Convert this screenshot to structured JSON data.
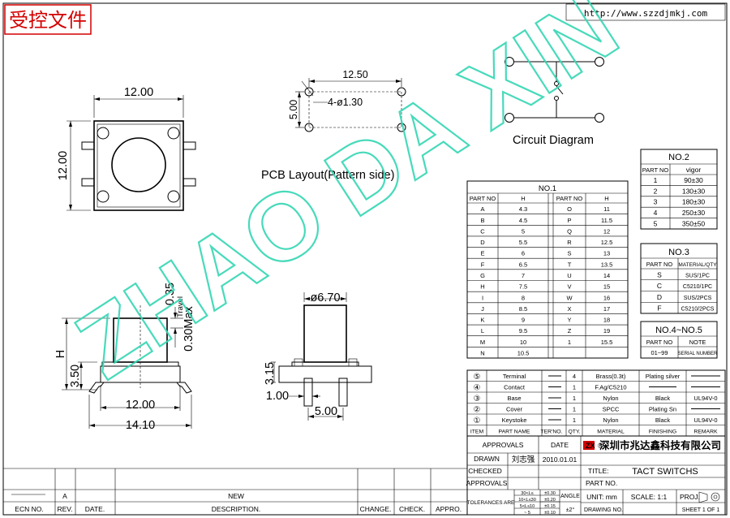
{
  "stamp": "受控文件",
  "url": "http://www.szzdjmkj.com",
  "watermark": "ZHAO DA XIN",
  "dims": {
    "top_w": "12.00",
    "top_h": "12.00",
    "pcb_w": "12.50",
    "pcb_h": "5.00",
    "pcb_hole": "4-ø1.30",
    "travel": "0.35",
    "travel_label": "Travel",
    "max_label": "0.30Max",
    "h": "H",
    "base_h": "3.50",
    "side_w": "12.00",
    "side_total": "14.10",
    "knob_d": "ø6.70",
    "pin_h": "3.15",
    "pin_w": "1.00",
    "pin_space": "5.00"
  },
  "labels": {
    "pcb_layout": "PCB Layout(Pattern side)",
    "circuit": "Circuit Diagram"
  },
  "no1": {
    "title": "NO.1",
    "headers": [
      "PART NO",
      "H",
      "PART NO",
      "H"
    ],
    "rows": [
      [
        "A",
        "4.3",
        "O",
        "11"
      ],
      [
        "B",
        "4.5",
        "P",
        "11.5"
      ],
      [
        "C",
        "5",
        "Q",
        "12"
      ],
      [
        "D",
        "5.5",
        "R",
        "12.5"
      ],
      [
        "E",
        "6",
        "S",
        "13"
      ],
      [
        "F",
        "6.5",
        "T",
        "13.5"
      ],
      [
        "G",
        "7",
        "U",
        "14"
      ],
      [
        "H",
        "7.5",
        "V",
        "15"
      ],
      [
        "I",
        "8",
        "W",
        "16"
      ],
      [
        "J",
        "8.5",
        "X",
        "17"
      ],
      [
        "K",
        "9",
        "Y",
        "18"
      ],
      [
        "L",
        "9.5",
        "Z",
        "19"
      ],
      [
        "M",
        "10",
        "1",
        "15.5"
      ],
      [
        "N",
        "10.5",
        "",
        ""
      ]
    ]
  },
  "no2": {
    "title": "NO.2",
    "headers": [
      "PART NO",
      "vigor"
    ],
    "rows": [
      [
        "1",
        "90±30"
      ],
      [
        "2",
        "130±30"
      ],
      [
        "3",
        "180±30"
      ],
      [
        "4",
        "250±30"
      ],
      [
        "5",
        "350±50"
      ]
    ]
  },
  "no3": {
    "title": "NO.3",
    "headers": [
      "PART NO",
      "MATERIAL/QTY"
    ],
    "rows": [
      [
        "S",
        "SUS/1PC"
      ],
      [
        "C",
        "C5210/1PC"
      ],
      [
        "D",
        "SUS/2PCS"
      ],
      [
        "F",
        "C5210/2PCS"
      ]
    ]
  },
  "no45": {
    "title": "NO.4~NO.5",
    "headers": [
      "PART NO",
      "NOTE"
    ],
    "rows": [
      [
        "01~99",
        "SERIAL NUMBER"
      ]
    ]
  },
  "bom": {
    "rows": [
      [
        "⑤",
        "Terminal",
        "4",
        "Brass(0.3t)",
        "Plating silver",
        ""
      ],
      [
        "④",
        "Contact",
        "1",
        "F.Ag/C5210",
        "",
        ""
      ],
      [
        "③",
        "Base",
        "1",
        "Nylon",
        "Black",
        "UL94V-0"
      ],
      [
        "②",
        "Cover",
        "1",
        "SPCC",
        "Plating Sn",
        ""
      ],
      [
        "①",
        "Keystoke",
        "1",
        "Nylon",
        "Black",
        "UL94V-0"
      ]
    ],
    "headers": [
      "ITEM",
      "PART NAME",
      "TER'NO.",
      "QTY.",
      "MATERIAL",
      "FINISHING",
      "REMARK"
    ]
  },
  "title_block": {
    "approvals": "APPROVALS",
    "date": "DATE",
    "company": "深圳市兆达鑫科技有限公司",
    "drawn": "DRAWN",
    "drawn_by": "刘志强",
    "drawn_date": "2010.01.01",
    "checked": "CHECKED",
    "approvals2": "APPROVALS",
    "title_label": "TITLE:",
    "title": "TACT SWITCHS",
    "part_no": "PART NO.",
    "tolerances": "TOLERANCES ARE",
    "tol": [
      [
        "30<L≤",
        "±0.30"
      ],
      [
        "10<L≤30",
        "±0.20"
      ],
      [
        "5<L≤10",
        "±0.15"
      ],
      [
        "~ 5",
        "±0.10"
      ]
    ],
    "angle": "ANGLE",
    "angle_val": "±2°",
    "unit": "UNIT: mm",
    "scale": "SCALE: 1:1",
    "proj": "PROJ.",
    "drawing_no": "DRAWING NO.",
    "sheet": "SHEET 1 OF 1"
  },
  "revision": {
    "rev": "A",
    "desc": "NEW",
    "headers": [
      "ECN NO.",
      "REV.",
      "DATE.",
      "DESCRIPTION.",
      "CHANGE.",
      "CHECK.",
      "APPRO."
    ]
  }
}
